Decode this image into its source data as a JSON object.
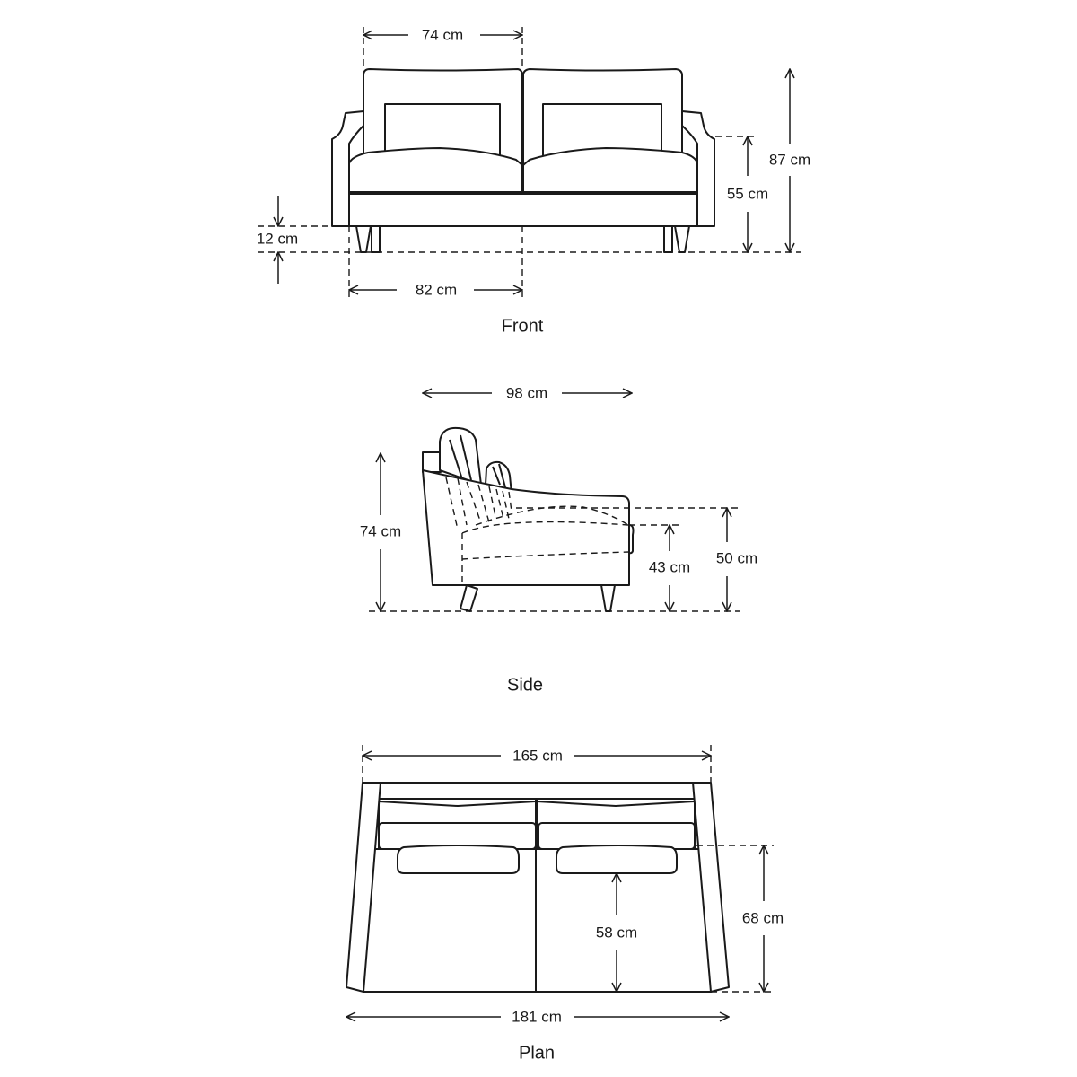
{
  "views": {
    "front": {
      "title": "Front",
      "dims": {
        "seat_width": "74 cm",
        "base_width": "82 cm",
        "leg_height": "12 cm",
        "arm_height": "55 cm",
        "total_height": "87 cm"
      }
    },
    "side": {
      "title": "Side",
      "dims": {
        "depth": "98 cm",
        "back_height": "74 cm",
        "seat_height": "43 cm",
        "arm_height": "50 cm"
      }
    },
    "plan": {
      "title": "Plan",
      "dims": {
        "inner_width": "165 cm",
        "total_width": "181 cm",
        "seat_depth": "58 cm",
        "total_depth": "68 cm"
      }
    }
  },
  "colors": {
    "line": "#1a1a1a",
    "background": "#ffffff"
  }
}
